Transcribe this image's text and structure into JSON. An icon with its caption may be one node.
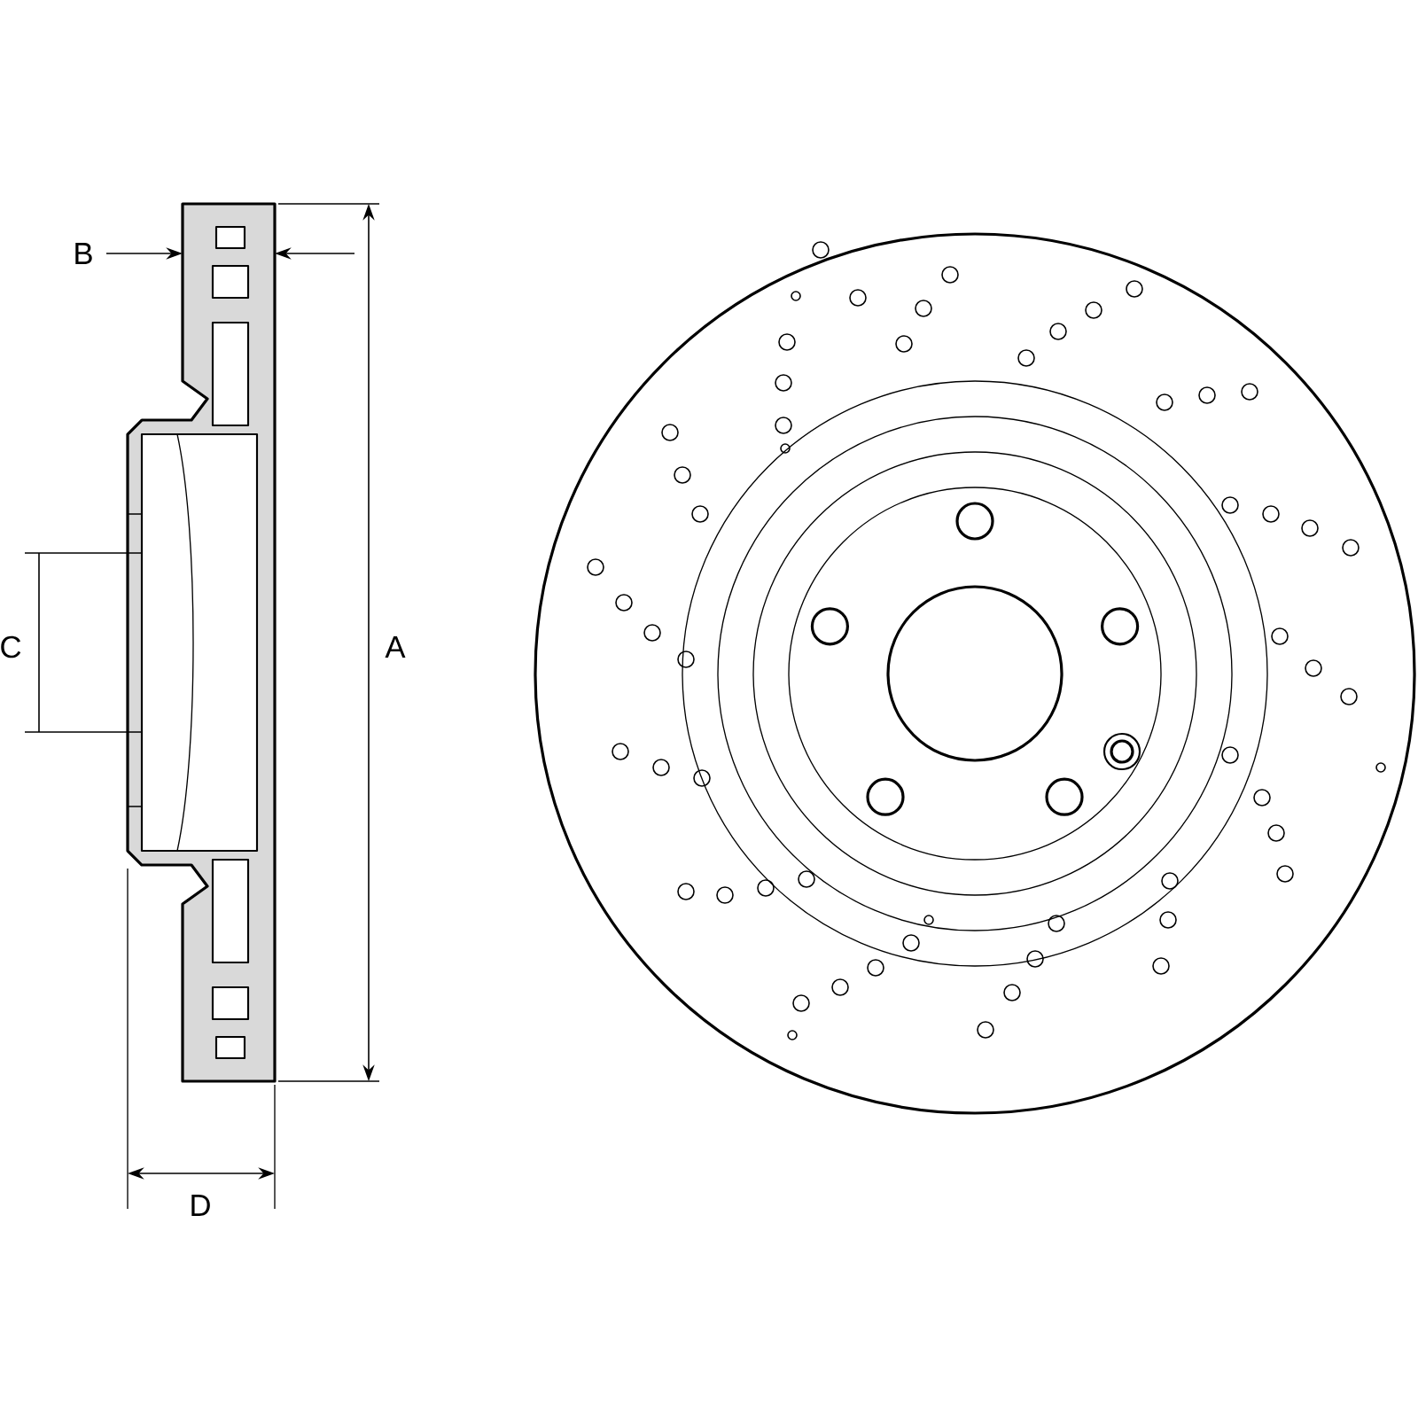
{
  "diagram": {
    "labels": [
      "B",
      "C",
      "A",
      "D"
    ]
  }
}
